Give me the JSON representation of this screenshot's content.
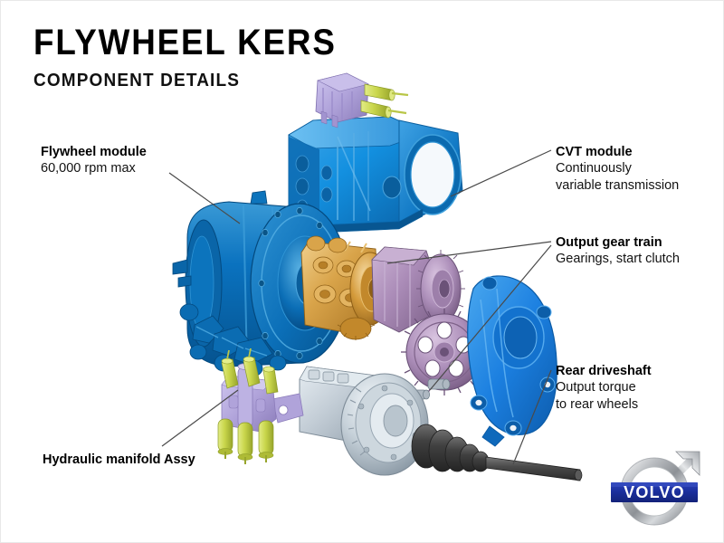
{
  "header": {
    "title": "FLYWHEEL KERS",
    "subtitle": "COMPONENT DETAILS"
  },
  "callouts": [
    {
      "id": "flywheel-module",
      "title": "Flywheel module",
      "lines": [
        "60,000 rpm max"
      ],
      "side": "left"
    },
    {
      "id": "cvt-module",
      "title": "CVT module",
      "lines": [
        "Continuously",
        "variable transmission"
      ],
      "side": "right"
    },
    {
      "id": "output-gear-train",
      "title": "Output gear train",
      "lines": [
        "Gearings, start clutch"
      ],
      "side": "right"
    },
    {
      "id": "rear-driveshaft",
      "title": "Rear driveshaft",
      "lines": [
        "Output torque",
        "to rear wheels"
      ],
      "side": "right"
    },
    {
      "id": "hydraulic-manifold",
      "title": "Hydraulic manifold Assy",
      "lines": [],
      "side": "left"
    }
  ],
  "brand": {
    "name": "VOLVO",
    "band_color": "#1b2f9e",
    "ring_color": "#b9bcc0",
    "text_color": "#ffffff"
  },
  "palette": {
    "background": "#ffffff",
    "text": "#111111",
    "leader_line": "#4a4a4a",
    "flywheel_blue": "#0a72bf",
    "flywheel_blue_dark": "#065a9a",
    "gearbox_blue": "#1390e0",
    "cover_blue": "#1b7fe0",
    "cvt_gold": "#d39a3b",
    "cvt_gold_light": "#e8bb6a",
    "geartrain_purple": "#ab8cb8",
    "geartrain_purple_light": "#c4abcd",
    "manifold_lavender": "#b0a3da",
    "valve_chartreuse": "#c9d64b",
    "diff_silver": "#c3cdd6",
    "diff_silver_light": "#dde5ea",
    "driveshaft_dark": "#4b4b4b",
    "boot_dark": "#3c3c3c"
  },
  "diagram": {
    "type": "exploded-assembly-illustration",
    "components": [
      "flywheel module housing",
      "gearbox / CVT housing",
      "hydraulic manifold with valves",
      "gold CVT variator assembly",
      "purple output gear train with spoked gear",
      "blue gear cover plate",
      "silver differential housing",
      "rear driveshaft with CV boot"
    ]
  }
}
